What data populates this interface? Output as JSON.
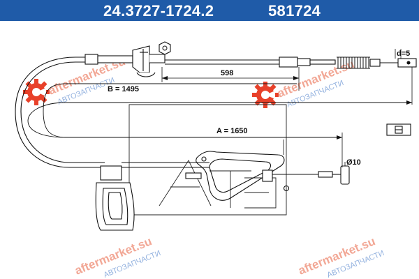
{
  "header": {
    "part_number": "24.3727-1724.2",
    "reference": "581724",
    "background": "#1f5ba8"
  },
  "dimensions": {
    "dim_598": "598",
    "dim_b": "B = 1495",
    "dim_a": "A = 1650",
    "dim_d": "d=5",
    "dim_diameter": "Ø10"
  },
  "watermarks": [
    {
      "name": "aftermarket.su",
      "sub": "АВТОЗАПЧАСТИ"
    },
    {
      "name": "aftermarket.su",
      "sub": "АВТОЗАПЧАСТИ"
    },
    {
      "name": "aftermarket.su",
      "sub": "АВТОЗАПЧАСТИ"
    },
    {
      "name": "aftermarket.su",
      "sub": "АВТОЗАПЧАСТИ"
    }
  ],
  "colors": {
    "line": "#111111",
    "watermark_gear": "#e8412a",
    "watermark_text": "#ee8a72"
  }
}
